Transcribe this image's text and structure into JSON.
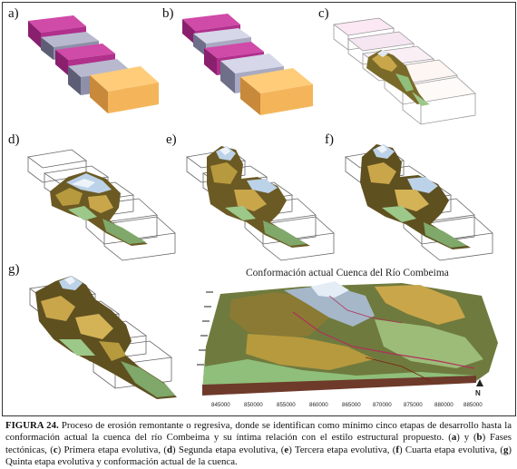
{
  "panels": {
    "a": "a)",
    "b": "b)",
    "c": "c)",
    "d": "d)",
    "e": "e)",
    "f": "f)",
    "g": "g)"
  },
  "map": {
    "title": "Conformación actual Cuenca del Río Combeima",
    "x_ticks": [
      "845000",
      "850000",
      "855000",
      "860000",
      "865000",
      "870000",
      "875000",
      "880000",
      "885000"
    ],
    "north_label": "N"
  },
  "caption": {
    "label": "FIGURA 24.",
    "text1": " Proceso de erosión remontante o regresiva, donde se identifican como mínimo cinco etapas de desarrollo hasta la conformación actual la cuenca del río Combeima y su íntima relación con el estilo estructural propuesto. (",
    "a": "a",
    "text2": ") y (",
    "b": "b",
    "text3": ") Fases tectónicas, (",
    "c": "c",
    "text4": ") Primera etapa evolutiva, (",
    "d": "d",
    "text5": ") Segunda etapa evolutiva, (",
    "e": "e",
    "text6": ") Tercera etapa evolutiva, (",
    "f": "f",
    "text7": ") Cuarta etapa evolutiva, (",
    "g": "g",
    "text8": ") Quinta etapa evolutiva y conformación actual de la cuenca."
  },
  "colors": {
    "magenta": "#b0308c",
    "slate": "#8e8fa8",
    "orange": "#f4b55a",
    "terrain_green": "#7fa86a",
    "terrain_brown": "#8a6a2a",
    "snow": "#dfe8f4"
  }
}
